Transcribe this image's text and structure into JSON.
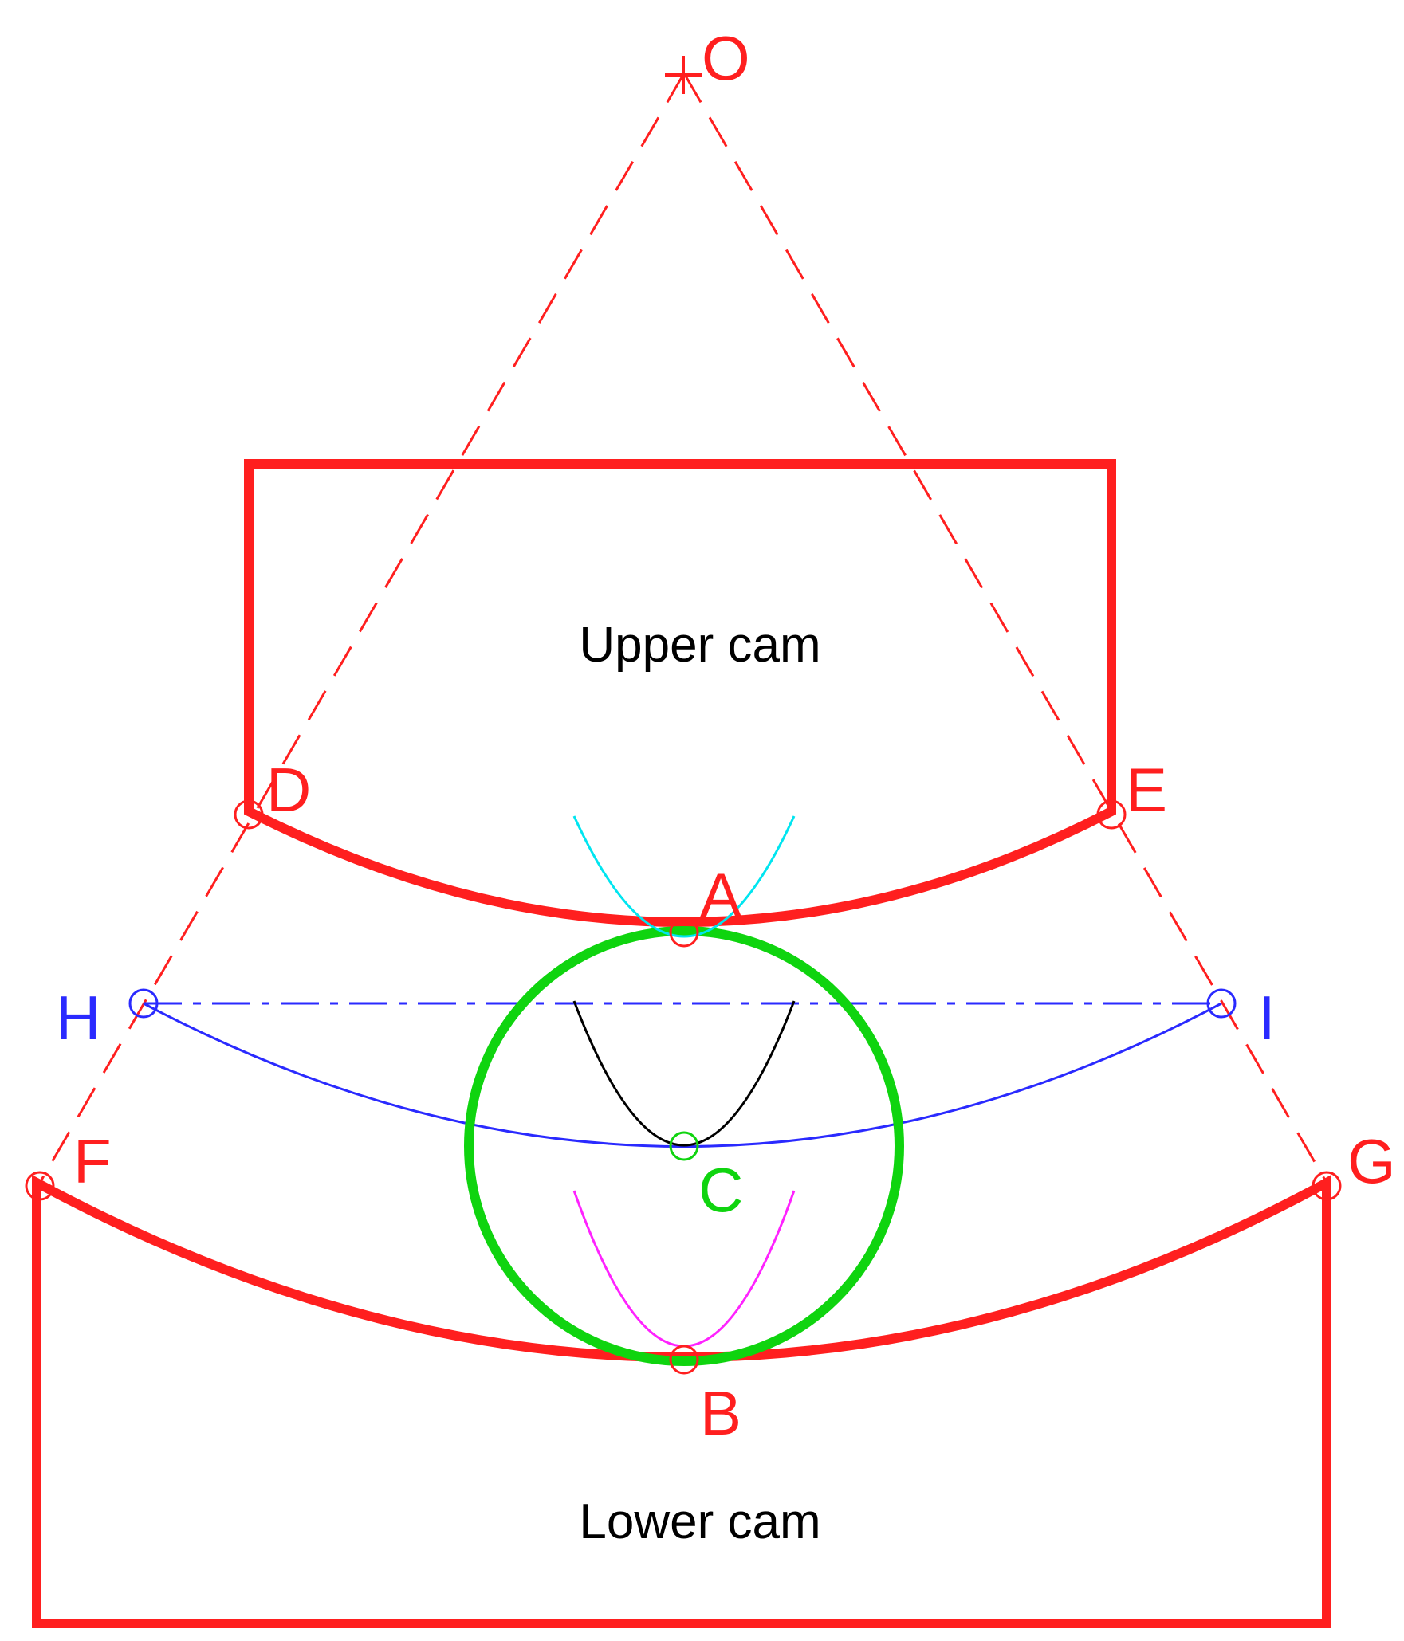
{
  "labels": {
    "O": "O",
    "A": "A",
    "B": "B",
    "C": "C",
    "D": "D",
    "E": "E",
    "F": "F",
    "G": "G",
    "H": "H",
    "I": "I"
  },
  "cams": {
    "upper": "Upper cam",
    "lower": "Lower cam"
  },
  "colors": {
    "cam_outline": "#ff1f1f",
    "construction_lines": "#ff1f1f",
    "roller_circle": "#0fd40f",
    "roller_center_path": "#2a2aff",
    "upper_parabola": "#00e5f0",
    "center_parabola": "#000000",
    "lower_parabola": "#ff22ff"
  }
}
